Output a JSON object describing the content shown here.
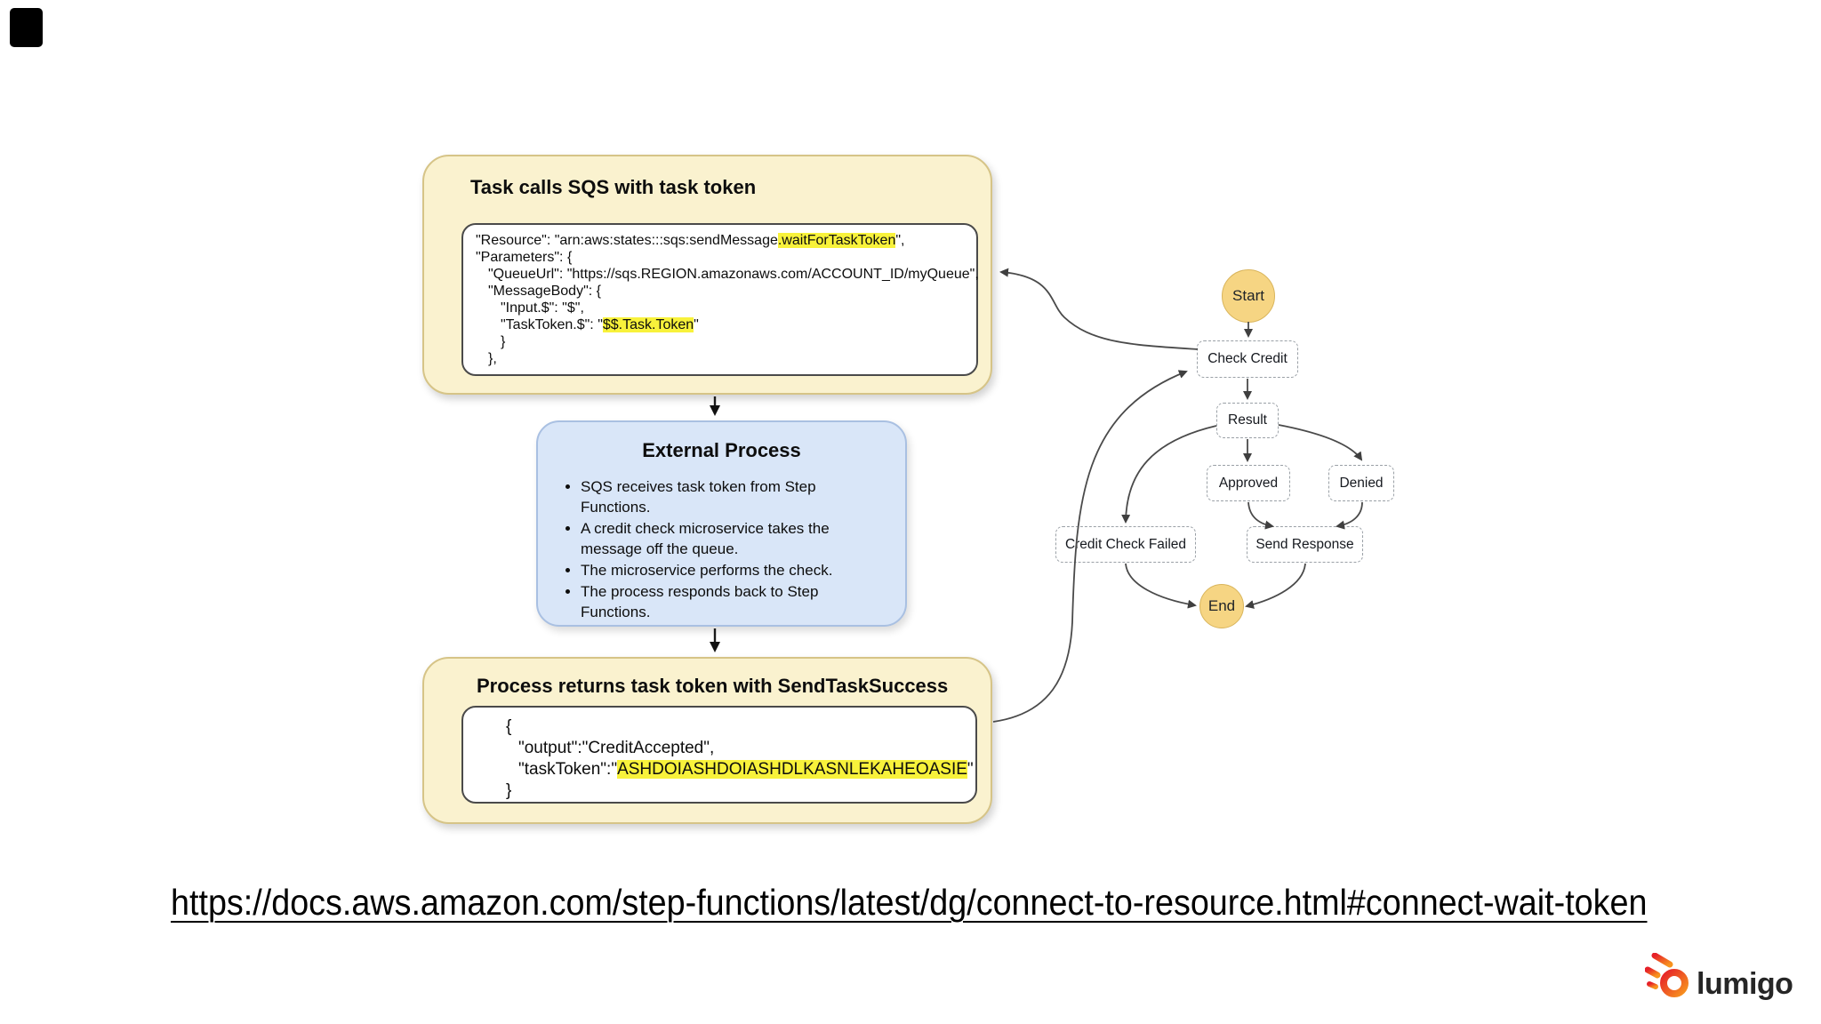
{
  "colors": {
    "yellow_box_bg": "#faf2cf",
    "yellow_box_border": "#d6c487",
    "blue_box_bg": "#d9e6f8",
    "blue_box_border": "#a9c0e2",
    "code_box_border": "#4a4a4a",
    "highlight": "#f8f23b",
    "node_fill": "#f6d583",
    "node_border": "#d9b55c",
    "node_dashed_border": "#9aa0a6",
    "arrow": "#4a4a4a",
    "logo_red": "#e62129",
    "logo_orange": "#f7941e"
  },
  "task_box": {
    "title": "Task calls SQS with task token",
    "code": {
      "l1_pre": "\"Resource\": \"arn:aws:states:::sqs:sendMessage",
      "l1_hl": ".waitForTaskToken",
      "l1_post": "\",",
      "l2": "\"Parameters\": {",
      "l3": "\"QueueUrl\": \"https://sqs.REGION.amazonaws.com/ACCOUNT_ID/myQueue\",",
      "l4": "\"MessageBody\": {",
      "l5": "\"Input.$\": \"$\",",
      "l6_pre": "\"TaskToken.$\": \"",
      "l6_hl": "$$.Task.Token",
      "l6_post": "\"",
      "l7": "}",
      "l8": "},"
    }
  },
  "external_process": {
    "title": "External Process",
    "bullets": [
      "SQS receives task token from Step Functions.",
      "A credit check microservice takes the message off the queue.",
      "The microservice performs the check.",
      "The process responds back to Step Functions."
    ]
  },
  "success_box": {
    "title": "Process returns task token with SendTaskSuccess",
    "code": {
      "l1": "{",
      "l2": "\"output\":\"CreditAccepted\",",
      "l3_pre": "\"taskToken\":\"",
      "l3_hl": "ASHDOIASHDOIASHDLKASNLEKAHEOASIE",
      "l3_post": "\"",
      "l4": "}"
    }
  },
  "flowchart": {
    "start": "Start",
    "check_credit": "Check Credit",
    "result": "Result",
    "approved": "Approved",
    "denied": "Denied",
    "credit_check_failed": "Credit Check Failed",
    "send_response": "Send Response",
    "end": "End"
  },
  "footer": {
    "url": "https://docs.aws.amazon.com/step-functions/latest/dg/connect-to-resource.html#connect-wait-token"
  },
  "logo": {
    "text": "lumigo"
  }
}
